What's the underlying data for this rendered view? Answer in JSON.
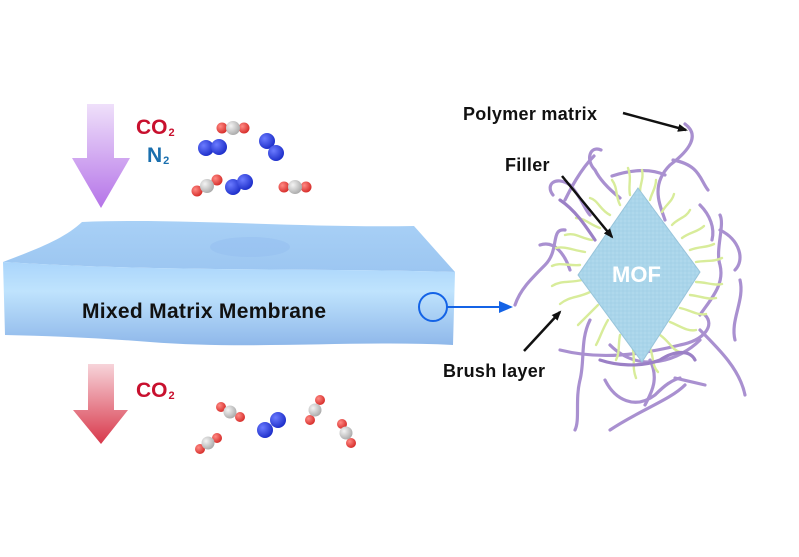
{
  "feed": {
    "gases": [
      {
        "formula": "CO",
        "subscript": "2",
        "color": "#c8102e"
      },
      {
        "formula": "N",
        "subscript": "2",
        "color": "#1a6fae"
      }
    ],
    "arrow_color_top": "#efe0fa",
    "arrow_color_bottom": "#b574e8"
  },
  "membrane": {
    "label": "Mixed Matrix Membrane",
    "color_top": "#9fc9f2",
    "color_front": "#b9defa"
  },
  "permeate": {
    "gas": {
      "formula": "CO",
      "subscript": "2",
      "color": "#c8102e"
    },
    "arrow_color_top": "#f7d4da",
    "arrow_color_bottom": "#d8384b"
  },
  "zoom_indicator": {
    "color": "#1463e6"
  },
  "detail": {
    "callouts": {
      "polymer": "Polymer matrix",
      "filler": "Filler",
      "brush": "Brush layer"
    },
    "mof_label": "MOF",
    "mof_color": "#a9d5ea",
    "polymer_color": "#a990d0",
    "brush_color": "#d8ec9a"
  },
  "molecules": {
    "carbon_color": "#c9c9c9",
    "oxygen_color": "#e8423f",
    "nitrogen_color": "#2b3fe0"
  }
}
